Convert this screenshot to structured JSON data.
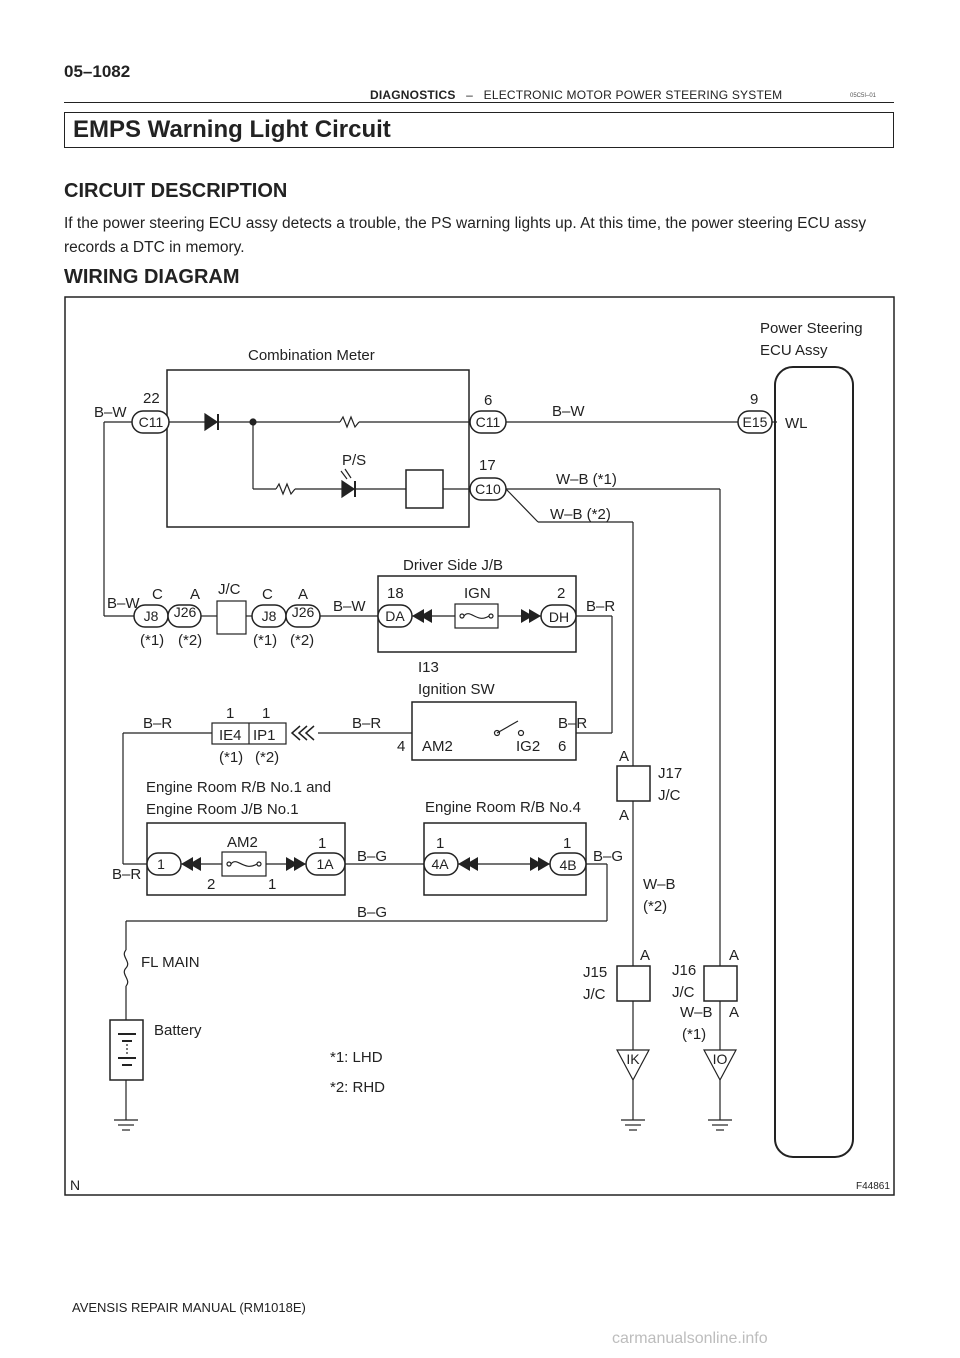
{
  "header": {
    "page_number": "05–1082",
    "section": "DIAGNOSTICS",
    "separator": "–",
    "subsection": "ELECTRONIC MOTOR POWER STEERING SYSTEM",
    "code": "05C5I–01"
  },
  "title": "EMPS Warning Light Circuit",
  "circuit": {
    "heading": "CIRCUIT DESCRIPTION",
    "text": "If the power steering ECU assy detects a trouble, the PS warning lights up. At this time, the power steering ECU assy records a DTC in memory."
  },
  "wiring": {
    "heading": "WIRING DIAGRAM",
    "figure_id": "F44861",
    "corner_mark": "N",
    "labels": {
      "combination_meter": "Combination Meter",
      "ecu_line1": "Power Steering",
      "ecu_line2": "ECU Assy",
      "wl": "WL",
      "ps": "P/S",
      "driver_jb": "Driver Side J/B",
      "ign": "IGN",
      "jc": "J/C",
      "i13": "I13",
      "ignition_sw": "Ignition SW",
      "am2": "AM2",
      "ig2": "IG2",
      "er_rb1_line1": "Engine Room R/B No.1 and",
      "er_rb1_line2": "Engine Room J/B No.1",
      "er_rb4": "Engine Room R/B No.4",
      "fl_main": "FL MAIN",
      "battery": "Battery",
      "note1": "*1: LHD",
      "note2": "*2: RHD",
      "j17": "J17",
      "j15": "J15",
      "j16": "J16",
      "jc_short": "J/C"
    },
    "connectors": {
      "c11": "C11",
      "c10": "C10",
      "e15": "E15",
      "j8": "J8",
      "j26": "J26",
      "da": "DA",
      "dh": "DH",
      "ie4": "IE4",
      "ip1": "IP1",
      "c1a": "1A",
      "c4a": "4A",
      "c4b": "4B",
      "c1": "1",
      "ik": "IK",
      "io": "IO"
    },
    "pins": {
      "p22": "22",
      "p6": "6",
      "p9": "9",
      "p17": "17",
      "p18": "18",
      "p2": "2",
      "p4": "4",
      "p6b": "6",
      "p1": "1",
      "p2b": "2",
      "pC": "C",
      "pA": "A"
    },
    "wires": {
      "bw": "B–W",
      "br": "B–R",
      "bg": "B–G",
      "wb": "W–B",
      "wb1": "W–B (*1)",
      "wb2": "W–B (*2)"
    },
    "variants": {
      "v1": "(*1)",
      "v2": "(*2)"
    }
  },
  "footer": {
    "manual": "AVENSIS REPAIR MANUAL   (RM1018E)",
    "watermark": "carmanualsonline.info"
  }
}
